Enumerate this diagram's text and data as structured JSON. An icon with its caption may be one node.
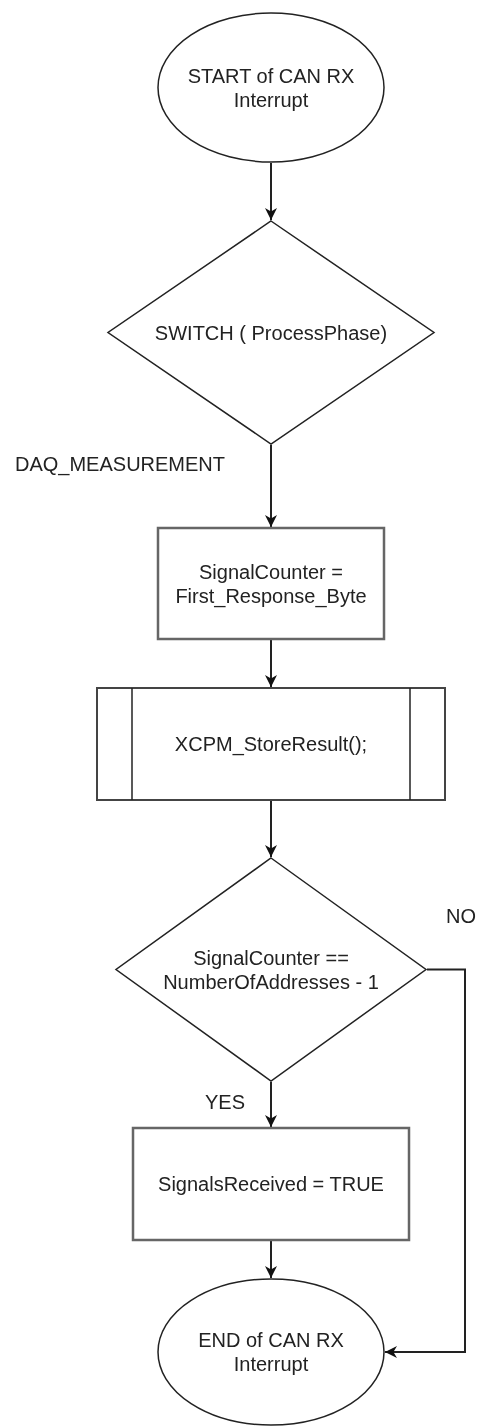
{
  "diagram": {
    "nodes": [
      {
        "text": [
          "START of CAN RX Interrupt"
        ]
      },
      {
        "text": [
          "SWITCH ( ProcessPhase)"
        ]
      },
      {
        "text": [
          "SignalCounter = First_Response_Byte"
        ]
      },
      {
        "text": [
          "XCPM_StoreResult();"
        ]
      },
      {
        "text": [
          "SignalCounter == NumberOfAddresses - 1"
        ]
      },
      {
        "text": [
          "SignalsReceived = TRUE"
        ]
      },
      {
        "text": [
          "END of CAN RX Interrupt"
        ]
      }
    ],
    "edges": [
      {
        "from": 0,
        "to": 1,
        "arrow": "to"
      },
      {
        "from": 1,
        "to": 2,
        "arrow": "to",
        "label": "DAQ_MEASUREMENT"
      },
      {
        "from": 2,
        "to": 3,
        "arrow": "to"
      },
      {
        "from": 3,
        "to": 4,
        "arrow": "to"
      },
      {
        "from": 4,
        "to": 5,
        "arrow": "to",
        "label": "YES"
      },
      {
        "from": 4,
        "to": 6,
        "arrow": "to",
        "label": "NO"
      },
      {
        "from": 5,
        "to": 6,
        "arrow": "to"
      }
    ]
  }
}
